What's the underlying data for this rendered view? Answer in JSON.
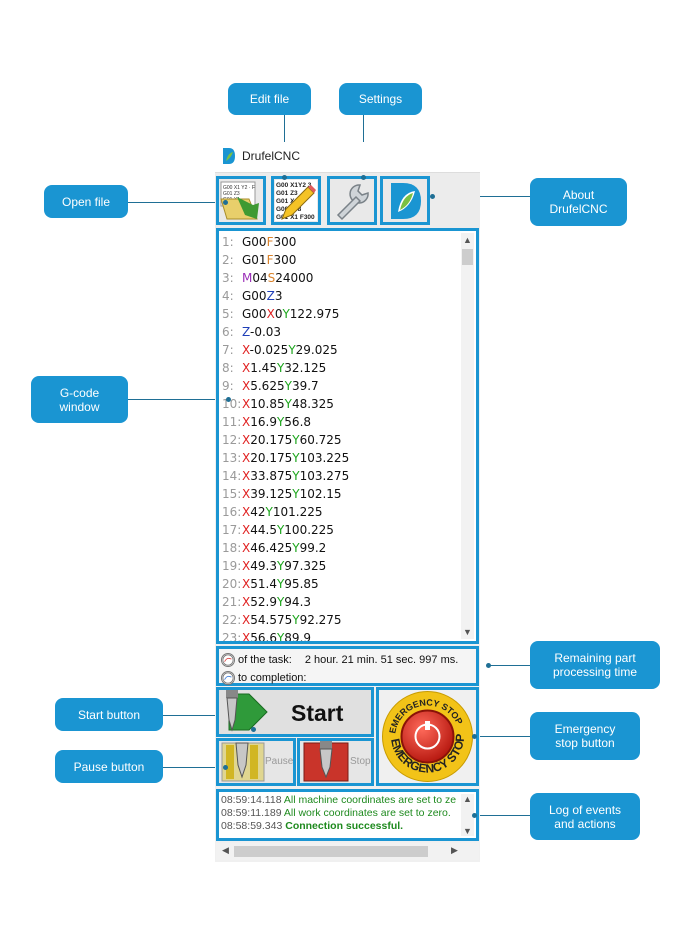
{
  "app": {
    "title": "DrufelCNC"
  },
  "callouts": {
    "edit_file": "Edit file",
    "settings": "Settings",
    "open_file": "Open file",
    "about_1": "About",
    "about_2": "DrufelCNC",
    "gcode_1": "G-code",
    "gcode_2": "window",
    "remaining_1": "Remaining part",
    "remaining_2": "processing time",
    "start": "Start button",
    "estop_1": "Emergency",
    "estop_2": "stop button",
    "pause": "Pause button",
    "log_1": "Log of events",
    "log_2": "and actions"
  },
  "toolbar": {
    "open_icon_text": [
      "G00 X1 Y2 · F",
      "G01 Z3",
      "G01 X1"
    ],
    "edit_icon_text": [
      "G00 X1Y2 3",
      "G01 Z3",
      "G01 X4",
      "G00 Z38",
      "G01 X1 F300"
    ]
  },
  "gcode": {
    "lines": [
      {
        "n": "1:",
        "t": [
          {
            "s": "G00",
            "c": "#111"
          },
          {
            "s": "F",
            "c": "#d9822b"
          },
          {
            "s": "300",
            "c": "#111"
          }
        ]
      },
      {
        "n": "2:",
        "t": [
          {
            "s": "G01",
            "c": "#111"
          },
          {
            "s": "F",
            "c": "#d9822b"
          },
          {
            "s": "300",
            "c": "#111"
          }
        ]
      },
      {
        "n": "3:",
        "t": [
          {
            "s": "M",
            "c": "#9b2fb8"
          },
          {
            "s": "04",
            "c": "#111"
          },
          {
            "s": "S",
            "c": "#d9822b"
          },
          {
            "s": "24000",
            "c": "#111"
          }
        ]
      },
      {
        "n": "4:",
        "t": [
          {
            "s": "G00",
            "c": "#111"
          },
          {
            "s": "Z",
            "c": "#1f3fb8"
          },
          {
            "s": "3",
            "c": "#111"
          }
        ]
      },
      {
        "n": "5:",
        "t": [
          {
            "s": "G00",
            "c": "#111"
          },
          {
            "s": "X",
            "c": "#e02020"
          },
          {
            "s": "0",
            "c": "#111"
          },
          {
            "s": "Y",
            "c": "#1aa51a"
          },
          {
            "s": "122.975",
            "c": "#111"
          }
        ]
      },
      {
        "n": "6:",
        "t": [
          {
            "s": "Z",
            "c": "#1f3fb8"
          },
          {
            "s": "-0.03",
            "c": "#111"
          }
        ]
      },
      {
        "n": "7:",
        "t": [
          {
            "s": "X",
            "c": "#e02020"
          },
          {
            "s": "-0.025",
            "c": "#111"
          },
          {
            "s": "Y",
            "c": "#1aa51a"
          },
          {
            "s": "29.025",
            "c": "#111"
          }
        ]
      },
      {
        "n": "8:",
        "t": [
          {
            "s": "X",
            "c": "#e02020"
          },
          {
            "s": "1.45",
            "c": "#111"
          },
          {
            "s": "Y",
            "c": "#1aa51a"
          },
          {
            "s": "32.125",
            "c": "#111"
          }
        ]
      },
      {
        "n": "9:",
        "t": [
          {
            "s": "X",
            "c": "#e02020"
          },
          {
            "s": "5.625",
            "c": "#111"
          },
          {
            "s": "Y",
            "c": "#1aa51a"
          },
          {
            "s": "39.7",
            "c": "#111"
          }
        ]
      },
      {
        "n": "10:",
        "t": [
          {
            "s": "X",
            "c": "#e02020"
          },
          {
            "s": "10.85",
            "c": "#111"
          },
          {
            "s": "Y",
            "c": "#1aa51a"
          },
          {
            "s": "48.325",
            "c": "#111"
          }
        ]
      },
      {
        "n": "11:",
        "t": [
          {
            "s": "X",
            "c": "#e02020"
          },
          {
            "s": "16.9",
            "c": "#111"
          },
          {
            "s": "Y",
            "c": "#1aa51a"
          },
          {
            "s": "56.8",
            "c": "#111"
          }
        ]
      },
      {
        "n": "12:",
        "t": [
          {
            "s": "X",
            "c": "#e02020"
          },
          {
            "s": "20.175",
            "c": "#111"
          },
          {
            "s": "Y",
            "c": "#1aa51a"
          },
          {
            "s": "60.725",
            "c": "#111"
          }
        ]
      },
      {
        "n": "13:",
        "t": [
          {
            "s": "X",
            "c": "#e02020"
          },
          {
            "s": "20.175",
            "c": "#111"
          },
          {
            "s": "Y",
            "c": "#1aa51a"
          },
          {
            "s": "103.225",
            "c": "#111"
          }
        ]
      },
      {
        "n": "14:",
        "t": [
          {
            "s": "X",
            "c": "#e02020"
          },
          {
            "s": "33.875",
            "c": "#111"
          },
          {
            "s": "Y",
            "c": "#1aa51a"
          },
          {
            "s": "103.275",
            "c": "#111"
          }
        ]
      },
      {
        "n": "15:",
        "t": [
          {
            "s": "X",
            "c": "#e02020"
          },
          {
            "s": "39.125",
            "c": "#111"
          },
          {
            "s": "Y",
            "c": "#1aa51a"
          },
          {
            "s": "102.15",
            "c": "#111"
          }
        ]
      },
      {
        "n": "16:",
        "t": [
          {
            "s": "X",
            "c": "#e02020"
          },
          {
            "s": "42",
            "c": "#111"
          },
          {
            "s": "Y",
            "c": "#1aa51a"
          },
          {
            "s": "101.225",
            "c": "#111"
          }
        ]
      },
      {
        "n": "17:",
        "t": [
          {
            "s": "X",
            "c": "#e02020"
          },
          {
            "s": "44.5",
            "c": "#111"
          },
          {
            "s": "Y",
            "c": "#1aa51a"
          },
          {
            "s": "100.225",
            "c": "#111"
          }
        ]
      },
      {
        "n": "18:",
        "t": [
          {
            "s": "X",
            "c": "#e02020"
          },
          {
            "s": "46.425",
            "c": "#111"
          },
          {
            "s": "Y",
            "c": "#1aa51a"
          },
          {
            "s": "99.2",
            "c": "#111"
          }
        ]
      },
      {
        "n": "19:",
        "t": [
          {
            "s": "X",
            "c": "#e02020"
          },
          {
            "s": "49.3",
            "c": "#111"
          },
          {
            "s": "Y",
            "c": "#1aa51a"
          },
          {
            "s": "97.325",
            "c": "#111"
          }
        ]
      },
      {
        "n": "20:",
        "t": [
          {
            "s": "X",
            "c": "#e02020"
          },
          {
            "s": "51.4",
            "c": "#111"
          },
          {
            "s": "Y",
            "c": "#1aa51a"
          },
          {
            "s": "95.85",
            "c": "#111"
          }
        ]
      },
      {
        "n": "21:",
        "t": [
          {
            "s": "X",
            "c": "#e02020"
          },
          {
            "s": "52.9",
            "c": "#111"
          },
          {
            "s": "Y",
            "c": "#1aa51a"
          },
          {
            "s": "94.3",
            "c": "#111"
          }
        ]
      },
      {
        "n": "22:",
        "t": [
          {
            "s": "X",
            "c": "#e02020"
          },
          {
            "s": "54.575",
            "c": "#111"
          },
          {
            "s": "Y",
            "c": "#1aa51a"
          },
          {
            "s": "92.275",
            "c": "#111"
          }
        ]
      },
      {
        "n": "23:",
        "t": [
          {
            "s": "X",
            "c": "#e02020"
          },
          {
            "s": "56.6",
            "c": "#111"
          },
          {
            "s": "Y",
            "c": "#1aa51a"
          },
          {
            "s": "89.9",
            "c": "#111"
          }
        ]
      }
    ]
  },
  "time": {
    "task_label": "of the task:",
    "task_value": "2 hour.  21 min.  51 sec.  997 ms.",
    "completion_label": "to completion:"
  },
  "controls": {
    "start_label": "Start",
    "pause_label": "Pause",
    "stop_label": "Stop",
    "estop_top": "EMERGENCY STOP",
    "estop_bottom": "EMERGENCY STOP"
  },
  "log": {
    "entries": [
      {
        "time": "08:59:14.118",
        "text": "All machine coordinates are set to ze",
        "bold": false
      },
      {
        "time": "08:59:11.189",
        "text": "All work coordinates are set to zero.",
        "bold": false
      },
      {
        "time": "08:58:59.343",
        "text": "Connection successful.",
        "bold": true
      }
    ]
  },
  "colors": {
    "accent": "#1a95d2",
    "log_green": "#1e8a1e",
    "estop_yellow": "#f2c318",
    "estop_red": "#d42a1e"
  }
}
